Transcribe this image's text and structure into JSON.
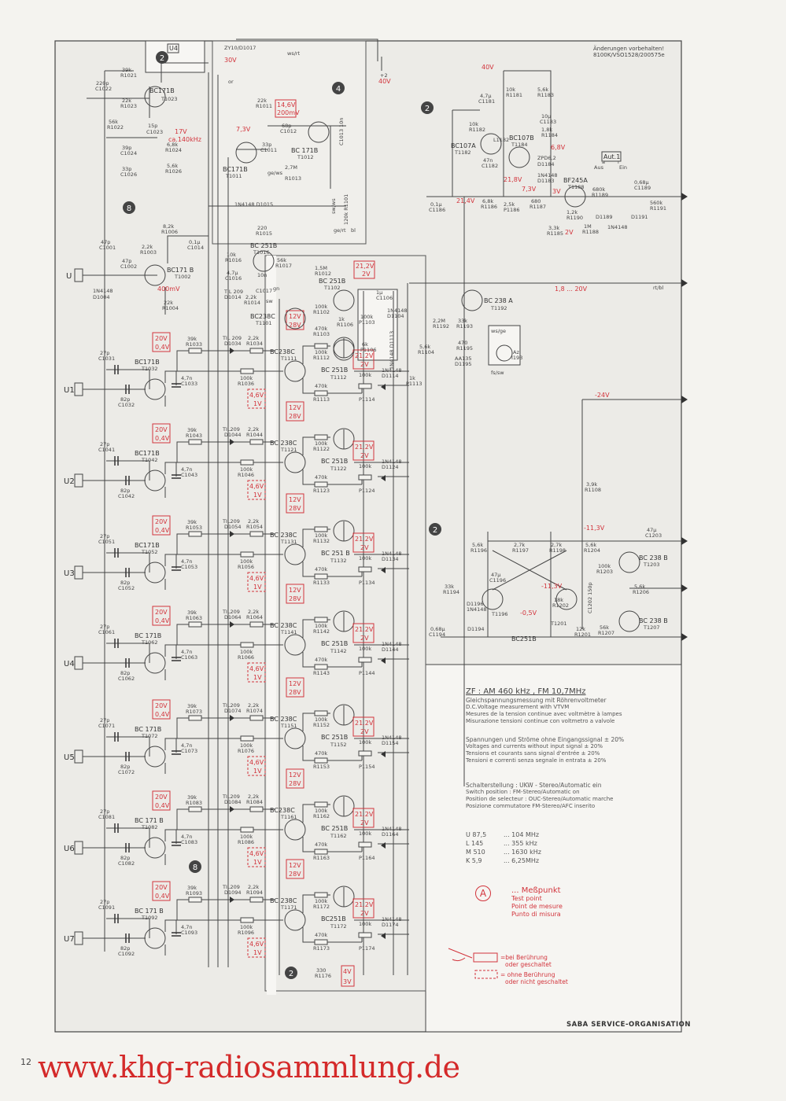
{
  "header": {
    "note_line1": "Änderungen vorbehalten!",
    "note_line2": "8100K/VSO1528/200575e",
    "page_number": "12"
  },
  "top": {
    "u4_label": "U4",
    "zy_label": "ZY10/D1017",
    "v30": "30V",
    "wsrt": "ws/rt",
    "plus2": "+2",
    "v40a": "40V",
    "v40b": "40V",
    "or": "or"
  },
  "stage_top": {
    "c1022": [
      "220p",
      "C1022"
    ],
    "r1021": [
      "39k",
      "R1021"
    ],
    "r1023": [
      "22k",
      "R1023"
    ],
    "t1023": [
      "BC171B",
      "T1023"
    ],
    "r1022": [
      "56k",
      "R1022"
    ],
    "c1023": [
      "15p",
      "C1023"
    ],
    "v17": "17V",
    "f140": "ca.140kHz",
    "c1024": [
      "39p",
      "C1024"
    ],
    "r1024": [
      "6,8k",
      "R1024"
    ],
    "c1026": [
      "33p",
      "C1026"
    ],
    "r1026": [
      "5,6k",
      "R1026"
    ],
    "r1011": [
      "22k",
      "R1011"
    ],
    "v146": "14,6V",
    "v200": "200mV",
    "v73": "7,3V",
    "c1012": [
      "68p",
      "C1012"
    ],
    "c1011": [
      "33p",
      "C1011"
    ],
    "t1012": [
      "BC 171B",
      "T1012"
    ],
    "c1013": "C1013 10n",
    "t1011": [
      "BC171B",
      "T1011"
    ],
    "r1013": [
      "2,7M",
      "R1013"
    ],
    "gews": "ge/ws",
    "d1015": "1N4148 D1015",
    "r1101": "120k R1101",
    "swws": "sw/ws",
    "gert": "ge/rt",
    "bl": "bl",
    "r1006": [
      "8,2k",
      "R1006"
    ],
    "r1003": [
      "2,2k",
      "R1003"
    ],
    "c1014": [
      "0,1µ",
      "C1014"
    ],
    "c1001": [
      "47p",
      "C1001"
    ],
    "c1002": [
      "47p",
      "C1002"
    ],
    "t1002": [
      "BC171 B",
      "T1002"
    ],
    "u": "U",
    "d1004": [
      "1N4148",
      "D1004"
    ],
    "v400": "400mV",
    "r1004": [
      "22k",
      "R1004"
    ],
    "r1015": [
      "220",
      "R1015"
    ],
    "t1016": [
      "BC 251B",
      "T1016"
    ],
    "r1016": [
      "10k",
      "R1016"
    ],
    "r1017": [
      "56k",
      "R1017"
    ],
    "c1016": [
      "4,7µ",
      "C1016"
    ],
    "c1017": [
      "10n",
      "C1017"
    ],
    "gn": "gn",
    "r1012": [
      "1,5M",
      "R1012"
    ],
    "t1102": [
      "BC 251B",
      "T1102"
    ],
    "v212": "21,2V",
    "v2": "2V",
    "d1014": [
      "TIL 209",
      "D1014"
    ],
    "r1014": [
      "2,2k",
      "R1014"
    ],
    "t1101": [
      "BC238C",
      "T1101"
    ],
    "sw": "sw",
    "r1102": [
      "100k",
      "R1102"
    ],
    "r1106": [
      "1k",
      "R1106"
    ],
    "c1106": [
      "1µ",
      "C1106"
    ],
    "p1103": [
      "100k",
      "P1103"
    ],
    "d1104": [
      "1N4148",
      "D1104"
    ],
    "p1106": [
      "6k",
      "P1106"
    ],
    "d1113": "1N4148 D1113",
    "r1192": [
      "2,2M",
      "R1192"
    ],
    "r1193": [
      "33k",
      "R1193"
    ],
    "r1104": [
      "5,6k",
      "R1104"
    ],
    "p1113": [
      "1k",
      "P1113"
    ],
    "t1192": [
      "BC 238 A",
      "T1192"
    ],
    "r1195": [
      "470",
      "R1195"
    ],
    "d1195": [
      "AA135",
      "D1195"
    ],
    "az": [
      "Az",
      "I193"
    ],
    "wsge": "ws/ge",
    "fssw": "fs/sw",
    "v1820": "1,8 ... 20V",
    "rtbl": "rt/bl"
  },
  "stage_right": {
    "r1181": [
      "10k",
      "R1181"
    ],
    "c1181": [
      "4,7µ",
      "C1181"
    ],
    "r1183": [
      "5,6k",
      "R1183"
    ],
    "c1183": [
      "10µ",
      "C1183"
    ],
    "r1182": [
      "10k",
      "R1182"
    ],
    "l1182": "L1182",
    "t1182": [
      "BC107A",
      "T1182"
    ],
    "c1182": [
      "47n",
      "C1182"
    ],
    "t1184": [
      "BC107B",
      "T1184"
    ],
    "r1184": [
      "1,8k",
      "R1184"
    ],
    "v68": "6,8V",
    "d1184": [
      "ZPD6,2",
      "D1184"
    ],
    "d1183": [
      "1N4148",
      "D1183"
    ],
    "v218": "21,8V",
    "v73": "7,3V",
    "c1186": [
      "0,1µ",
      "C1186"
    ],
    "v214": "21,4V",
    "r1186": [
      "6,8k",
      "R1186"
    ],
    "p1186": [
      "2,5k",
      "P1186"
    ],
    "r1187": [
      "680",
      "R1187"
    ],
    "v3": "3V",
    "r1185": [
      "3,3k",
      "R1185"
    ],
    "r1190": [
      "1,2k",
      "R1190"
    ],
    "v2": "2V",
    "t1188": [
      "BF245A",
      "T1188"
    ],
    "r1188": [
      "1M",
      "R1188"
    ],
    "r1189": [
      "680k",
      "R1189"
    ],
    "d1189": "D1189",
    "n4148": "1N4148",
    "aut": "Aut.1",
    "aus": "Aus",
    "ein": "Ein",
    "a": "a",
    "rr": "r",
    "c1189": [
      "0,68µ",
      "C1189"
    ],
    "d1191": "D1191",
    "r1191": [
      "560k",
      "R1191"
    ]
  },
  "stage_flipflop": {
    "v24": "-24V",
    "r1108": [
      "3,9k",
      "R1108"
    ],
    "v113a": "-11,3V",
    "v113b": "-11,3V",
    "v05": "-0,5V",
    "r1196": [
      "5,6k",
      "R1196"
    ],
    "r1197": [
      "2,7k",
      "R1197"
    ],
    "r1198": [
      "2,7k",
      "R1198"
    ],
    "r1204": [
      "5,6k",
      "R1204"
    ],
    "c1203": [
      "47µ",
      "C1203"
    ],
    "t1203": [
      "BC 238 B",
      "T1203"
    ],
    "r1203": [
      "100k",
      "R1203"
    ],
    "r1206": [
      "5,6k",
      "R1206"
    ],
    "r1194": [
      "33k",
      "R1194"
    ],
    "c1196": [
      "47µ",
      "C1196"
    ],
    "d1196": [
      "D1196",
      "1N4148"
    ],
    "r1202": [
      "18k",
      "R1202"
    ],
    "c1202": "C1202 150p",
    "c1194": [
      "0,68µ",
      "C1194"
    ],
    "d1194": "D1194",
    "t1196": [
      "T1196",
      "BC251B"
    ],
    "t1201": "T1201",
    "r1201": [
      "12k",
      "R1201"
    ],
    "r1207": [
      "56k",
      "R1207"
    ],
    "t1207": [
      "BC 238 B",
      "T1207"
    ]
  },
  "markers": [
    "2",
    "4",
    "2",
    "8",
    "2",
    "8",
    "2"
  ],
  "stages": [
    {
      "input": "U1",
      "c1": [
        "27p",
        "C1031"
      ],
      "c2": [
        "82p",
        "C1032"
      ],
      "t1": [
        "BC171B",
        "T1032"
      ],
      "r1": [
        "39k",
        "R1033"
      ],
      "c3": [
        "4,7n",
        "C1033"
      ],
      "v1": [
        "20V",
        "0,4V"
      ],
      "d1": [
        "TIL 209",
        "D1034"
      ],
      "r2": [
        "2,2k",
        "R1034"
      ],
      "r3": [
        "100k",
        "R1036"
      ],
      "v2": [
        "4,6V",
        "1V"
      ],
      "t2": [
        "BC238C",
        "T1111"
      ],
      "t3": [
        "BC 251B",
        "T1112"
      ],
      "r4": [
        "470k",
        "R1103"
      ],
      "r5": [
        "100k",
        "R1112"
      ],
      "r6": [
        "470k",
        "R1113"
      ],
      "p1": [
        "100k",
        "P1114"
      ],
      "d2": [
        "1N4148",
        "D1114"
      ],
      "v3": [
        "12V",
        "28V"
      ],
      "v4": [
        "21,2V",
        "2V"
      ]
    },
    {
      "input": "U2",
      "c1": [
        "27p",
        "C1041"
      ],
      "c2": [
        "82p",
        "C1042"
      ],
      "t1": [
        "BC171B",
        "T1042"
      ],
      "r1": [
        "39k",
        "R1043"
      ],
      "c3": [
        "4,7n",
        "C1043"
      ],
      "v1": [
        "20V",
        "0,4V"
      ],
      "d1": [
        "TIL209",
        "D1044"
      ],
      "r2": [
        "2,2k",
        "R1044"
      ],
      "r3": [
        "100k",
        "R1046"
      ],
      "v2": [
        "4,6V",
        "1V"
      ],
      "t2": [
        "BC 238C",
        "T1121"
      ],
      "t3": [
        "BC 251B",
        "T1122"
      ],
      "r4": [
        "",
        ""
      ],
      "r5": [
        "100k",
        "R1122"
      ],
      "r6": [
        "470k",
        "R1123"
      ],
      "p1": [
        "100k",
        "P1124"
      ],
      "d2": [
        "1N4148",
        "D1124"
      ],
      "v3": [
        "12V",
        "28V"
      ],
      "v4": [
        "21,2V",
        "2V"
      ]
    },
    {
      "input": "U3",
      "c1": [
        "27p",
        "C1051"
      ],
      "c2": [
        "82p",
        "C1052"
      ],
      "t1": [
        "BC171B",
        "T1052"
      ],
      "r1": [
        "39k",
        "R1053"
      ],
      "c3": [
        "4,7n",
        "C1053"
      ],
      "v1": [
        "20V",
        "0,4V"
      ],
      "d1": [
        "TIL209",
        "D1054"
      ],
      "r2": [
        "2,2k",
        "R1054"
      ],
      "r3": [
        "100k",
        "R1056"
      ],
      "v2": [
        "4,6V",
        "1V"
      ],
      "t2": [
        "BC 238C",
        "T1131"
      ],
      "t3": [
        "BC 251 B",
        "T1132"
      ],
      "r4": [
        "",
        ""
      ],
      "r5": [
        "100k",
        "R1132"
      ],
      "r6": [
        "470k",
        "R1133"
      ],
      "p1": [
        "100k",
        "P1134"
      ],
      "d2": [
        "1N4148",
        "D1134"
      ],
      "v3": [
        "12V",
        "28V"
      ],
      "v4": [
        "21,2V",
        "2V"
      ]
    },
    {
      "input": "U4",
      "c1": [
        "27p",
        "C1061"
      ],
      "c2": [
        "82p",
        "C1062"
      ],
      "t1": [
        "BC 171B",
        "T1062"
      ],
      "r1": [
        "39k",
        "R1063"
      ],
      "c3": [
        "4,7n",
        "C1063"
      ],
      "v1": [
        "20V",
        "0,4V"
      ],
      "d1": [
        "TIL209",
        "D1064"
      ],
      "r2": [
        "2,2k",
        "R1064"
      ],
      "r3": [
        "100k",
        "R1066"
      ],
      "v2": [
        "4,6V",
        "1V"
      ],
      "t2": [
        "BC 238C",
        "T1141"
      ],
      "t3": [
        "BC 251B",
        "T1142"
      ],
      "r4": [
        "",
        ""
      ],
      "r5": [
        "100k",
        "R1142"
      ],
      "r6": [
        "470k",
        "R1143"
      ],
      "p1": [
        "100k",
        "P1144"
      ],
      "d2": [
        "1N4148",
        "D1144"
      ],
      "v3": [
        "12V",
        "28V"
      ],
      "v4": [
        "21,2V",
        "2V"
      ]
    },
    {
      "input": "U5",
      "c1": [
        "27p",
        "C1071"
      ],
      "c2": [
        "82p",
        "C1072"
      ],
      "t1": [
        "BC 171B",
        "T1072"
      ],
      "r1": [
        "39k",
        "R1073"
      ],
      "c3": [
        "4,7n",
        "C1073"
      ],
      "v1": [
        "20V",
        "0,4V"
      ],
      "d1": [
        "TIL209",
        "D1074"
      ],
      "r2": [
        "2,2k",
        "R1074"
      ],
      "r3": [
        "100k",
        "R1076"
      ],
      "v2": [
        "4,6V",
        "1V"
      ],
      "t2": [
        "BC 238C",
        "T1151"
      ],
      "t3": [
        "BC 251B",
        "T1152"
      ],
      "r4": [
        "",
        ""
      ],
      "r5": [
        "100k",
        "R1152"
      ],
      "r6": [
        "470k",
        "R1153"
      ],
      "p1": [
        "100k",
        "P1154"
      ],
      "d2": [
        "1N4148",
        "D1154"
      ],
      "v3": [
        "12V",
        "28V"
      ],
      "v4": [
        "21,2V",
        "2V"
      ]
    },
    {
      "input": "U6",
      "c1": [
        "27p",
        "C1081"
      ],
      "c2": [
        "82p",
        "C1082"
      ],
      "t1": [
        "BC 171 B",
        "T1082"
      ],
      "r1": [
        "39k",
        "R1083"
      ],
      "c3": [
        "4,7n",
        "C1083"
      ],
      "v1": [
        "20V",
        "0,4V"
      ],
      "d1": [
        "TIL209",
        "D1084"
      ],
      "r2": [
        "2,2k",
        "R1084"
      ],
      "r3": [
        "100k",
        "R1086"
      ],
      "v2": [
        "4,6V",
        "1V"
      ],
      "t2": [
        "BC238C",
        "T1161"
      ],
      "t3": [
        "BC 251B",
        "T1162"
      ],
      "r4": [
        "",
        ""
      ],
      "r5": [
        "100k",
        "R1162"
      ],
      "r6": [
        "470k",
        "R1163"
      ],
      "p1": [
        "100k",
        "P1164"
      ],
      "d2": [
        "1N4148",
        "D1164"
      ],
      "v3": [
        "12V",
        "28V"
      ],
      "v4": [
        "21,2V",
        "2V"
      ]
    },
    {
      "input": "U7",
      "c1": [
        "27p",
        "C1091"
      ],
      "c2": [
        "82p",
        "C1092"
      ],
      "t1": [
        "BC 171 B",
        "T1092"
      ],
      "r1": [
        "39k",
        "R1093"
      ],
      "c3": [
        "4,7n",
        "C1093"
      ],
      "v1": [
        "20V",
        "0,4V"
      ],
      "d1": [
        "TIL209",
        "D1094"
      ],
      "r2": [
        "2,2k",
        "R1094"
      ],
      "r3": [
        "100k",
        "R1096"
      ],
      "v2": [
        "4,6V",
        "1V"
      ],
      "t2": [
        "BC 238C",
        "T1171"
      ],
      "t3": [
        "BC251B",
        "T1172"
      ],
      "r4": [
        "",
        ""
      ],
      "r5": [
        "100k",
        "R1172"
      ],
      "r6": [
        "470k",
        "R1173"
      ],
      "p1": [
        "100k",
        "P1174"
      ],
      "d2": [
        "1N4148",
        "D1174"
      ],
      "v3": [
        "12V",
        "28V"
      ],
      "v4": [
        "21,2V",
        "2V"
      ]
    }
  ],
  "bottom": {
    "r1176": [
      "330",
      "R1176"
    ],
    "v4": "4V",
    "v3": "3V"
  },
  "info": {
    "title": "ZF : AM 460 kHz , FM 10,7MHz",
    "dc": [
      "Gleichspannungsmessung mit Röhrenvoltmeter",
      "D.C.Voltage measurement with VTVM",
      "Mesures de la tension continue avec voltmètre à lampes",
      "Misurazione tensioni continue con voltmetro a valvole"
    ],
    "sig": [
      "Spannungen und Ströme ohne Eingangssignal ± 20%",
      "Voltages and currents without input signal ± 20%",
      "Tensions et courants sans signal d'entrée ± 20%",
      "Tensioni e correnti senza segnale in entrata ± 20%"
    ],
    "sw": [
      "Schalterstellung : UKW - Stereo/Automatic ein",
      "Switch position : FM-Stereo/Automatic on",
      "Position de selecteur : OUC-Stereo/Automatic marche",
      "Posizione commutatore FM-Stereo/AFC inserito"
    ],
    "bands": [
      [
        "U 87,5",
        "... 104 MHz"
      ],
      [
        "L 145",
        "... 355 kHz"
      ],
      [
        "M 510",
        "... 1630 kHz"
      ],
      [
        "K 5,9",
        "... 6,25MHz"
      ]
    ],
    "testpoint_symbol": "A",
    "testpoint": [
      "... Meßpunkt",
      "Test point",
      "Point de mesure",
      "Punto di misura"
    ],
    "touch": [
      "=bei Berührung",
      "oder geschaltet"
    ],
    "notouch": [
      "= ohne Berührung",
      "oder nicht geschaltet"
    ],
    "footer": "SABA SERVICE-ORGANISATION"
  },
  "watermark": "www.khg-radiosammlung.de",
  "colors": {
    "ink": "#444444",
    "annotation_red": "#d2343c",
    "paper": "#f4f3ef"
  }
}
